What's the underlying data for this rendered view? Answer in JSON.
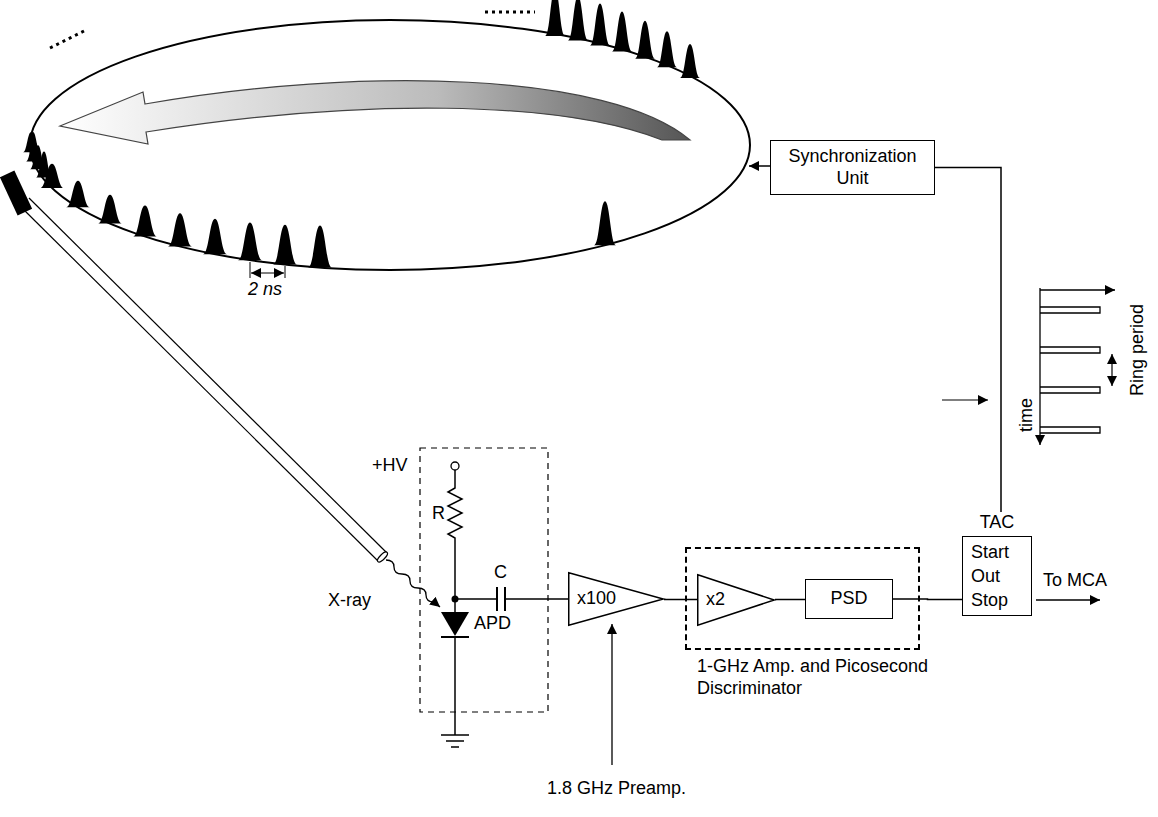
{
  "diagram": {
    "nodes": [
      {
        "text": [
          "Synchronization Unit"
        ]
      },
      {
        "text": [
          "x100"
        ]
      },
      {
        "text": [
          "1-GHz Amp. and Picosecond Discriminator"
        ]
      },
      {
        "text": [
          "x2"
        ],
        "in": 2
      },
      {
        "text": [
          "PSD"
        ],
        "in": 2
      },
      {
        "text": [
          "TAC",
          "Start",
          "Out",
          "Stop"
        ]
      }
    ],
    "edges": [
      {
        "from": 0,
        "to": 5,
        "arrow": "none"
      },
      {
        "from": 1,
        "to": 3,
        "arrow": "none"
      },
      {
        "from": 3,
        "to": 4,
        "arrow": "none"
      },
      {
        "from": 4,
        "to": 5,
        "arrow": "none"
      }
    ],
    "labels": [
      "2 ns",
      "Ring period",
      "time",
      "+HV",
      "R",
      "C",
      "X-ray",
      "APD",
      "To MCA",
      "1.8 GHz Preamp."
    ]
  }
}
